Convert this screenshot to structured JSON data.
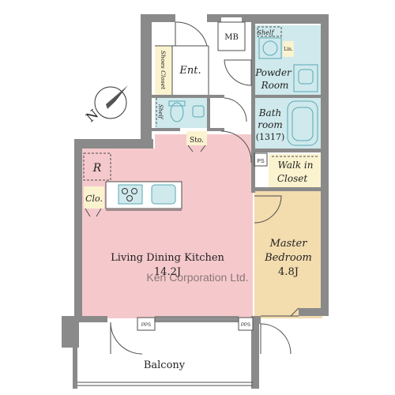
{
  "rooms": {
    "ldk_name": "Living Dining Kitchen",
    "ldk_size": "14.2J",
    "master_name_1": "Master",
    "master_name_2": "Bedroom",
    "master_size": "4.8J",
    "powder_1": "Powder",
    "powder_2": "Room",
    "bath_1": "Bath",
    "bath_2": "room",
    "bath_size": "(1317)",
    "walkin_1": "Walk in",
    "walkin_2": "Closet",
    "entrance": "Ent.",
    "balcony": "Balcony",
    "mb": "MB",
    "shoes_closet": "Shoes Closet",
    "shelf_top": "Shelf",
    "shelf_side": "Shelf",
    "lin": "Lin.",
    "storage": "Sto.",
    "ps": "PS",
    "pps_left": "PPS",
    "pps_right": "PPS",
    "refrigerator": "R",
    "closet": "Clo."
  },
  "compass": {
    "label": "N"
  },
  "watermark": "Ken Corporation Ltd.",
  "colors": {
    "wall": "#8a8a8a",
    "ldk_floor": "#f5c9cc",
    "bedroom_floor": "#f3dcae",
    "wet_area": "#cfe9ec",
    "closet_fill": "#fbf3cf",
    "line": "#4d4d4d",
    "accent_blue": "#5aa9b3"
  }
}
